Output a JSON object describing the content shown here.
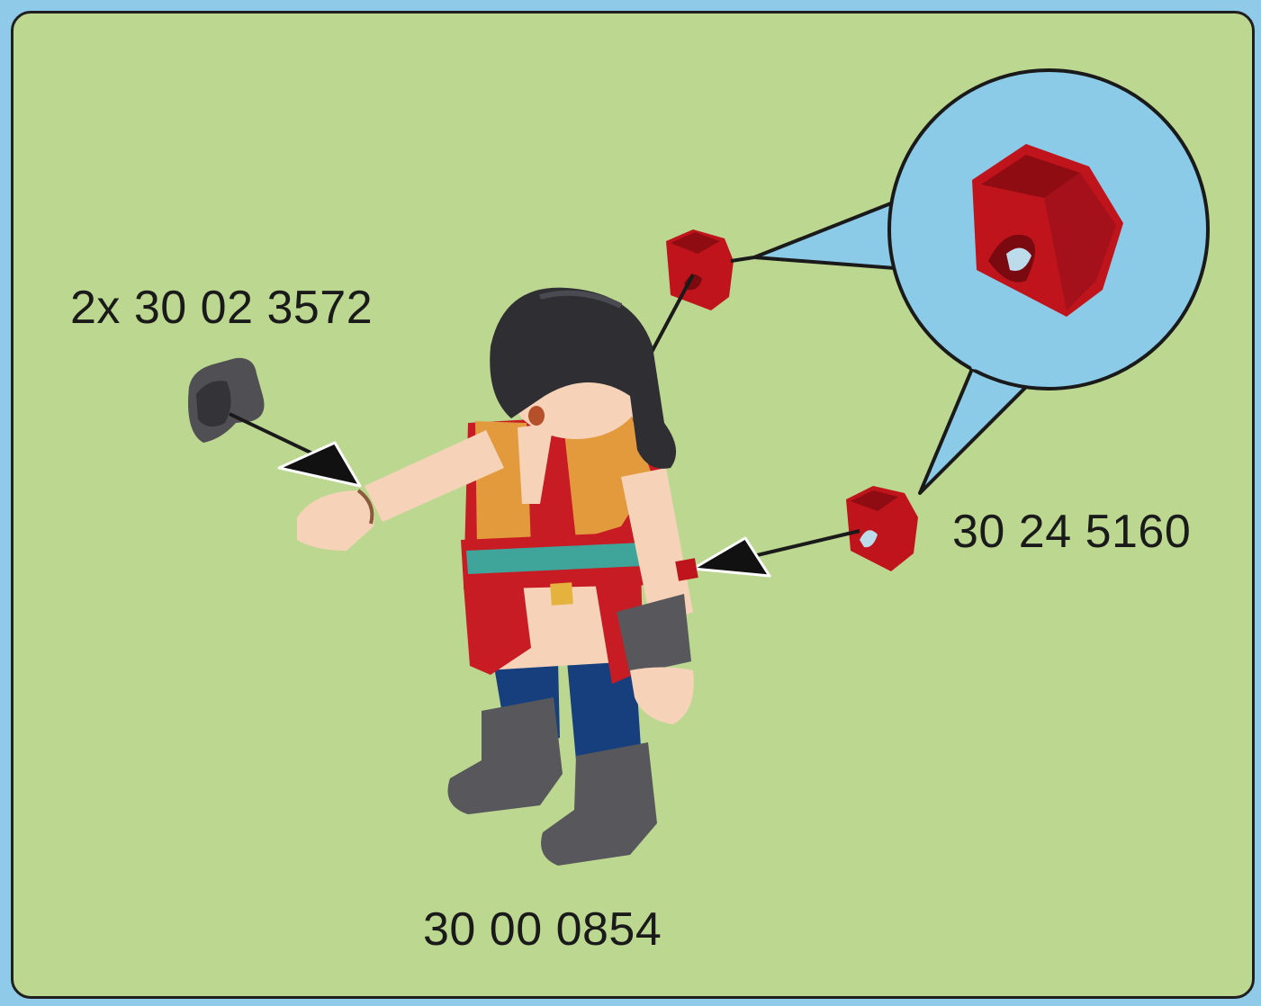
{
  "labels": {
    "figure_part_number": "30 00 0854",
    "wrist_cuff_part_number": "2x 30 02 3572",
    "clip_part_number": "30 24 5160"
  },
  "colors": {
    "outer_background": "#8fcbe8",
    "panel_background": "#bcd790",
    "zoom_bubble": "#8ccbe8",
    "clip_red": "#c0141c",
    "cuff_gray": "#4f4f54",
    "hair_black": "#2e2e33",
    "skin": "#f6d3b8",
    "vest_orange": "#e39a3d",
    "shirt_red": "#c71c24",
    "pants_blue": "#173f7d",
    "boots_gray": "#57575c",
    "belt_teal": "#3fa59b"
  },
  "icons": {
    "arrow": "black-triangle-pointer",
    "zoom": "magnifier-callout-bubble"
  }
}
